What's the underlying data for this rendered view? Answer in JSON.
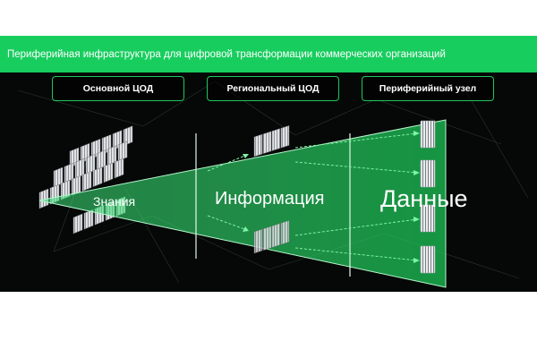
{
  "banner": {
    "title": "Периферийная инфраструктура для цифровой трансформации коммерческих организаций"
  },
  "columns": [
    {
      "header": "Основной ЦОД",
      "stage_label": "Знания"
    },
    {
      "header": "Региональный ЦОД",
      "stage_label": "Информация"
    },
    {
      "header": "Периферийный узел",
      "stage_label": "Данные"
    }
  ],
  "colors": {
    "accent": "#17cd5e",
    "border": "#22c55e",
    "background": "#050806"
  },
  "icons": {
    "core": "server-racks-icon",
    "regional": "server-rack-cluster-icon",
    "edge": "server-tower-icon"
  }
}
